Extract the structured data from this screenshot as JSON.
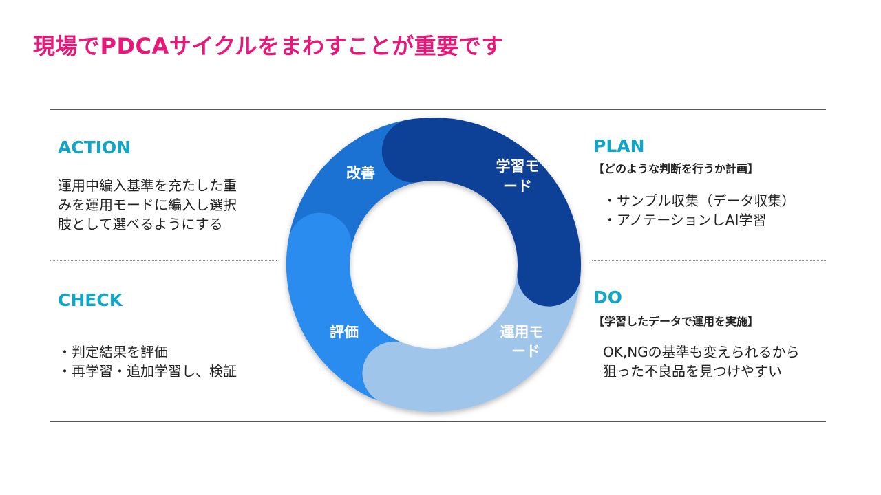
{
  "title": "現場でPDCAサイクルをまわすことが重要です",
  "colors": {
    "title": "#e8177a",
    "heading": "#11a6c7",
    "plan_segment": "#0c3f97",
    "do_segment": "#9fc5ea",
    "check_segment": "#2b8cee",
    "action_segment": "#1f72d2"
  },
  "action": {
    "heading": "ACTION",
    "lines": [
      "運用中編入基準を充たした重",
      "みを運用モードに編入し選択",
      "肢として選べるようにする"
    ]
  },
  "plan": {
    "heading": "PLAN",
    "subtitle": "【どのような判断を行うか計画】",
    "lines": [
      "・サンプル収集（データ収集）",
      "・アノテーションしAI学習"
    ]
  },
  "check": {
    "heading": "CHECK",
    "lines": [
      "・判定結果を評価",
      "・再学習・追加学習し、検証"
    ]
  },
  "do": {
    "heading": "DO",
    "subtitle": "【学習したデータで運用を実施】",
    "lines": [
      "OK,NGの基準も変えられるから",
      "狙った不良品を見つけやすい"
    ]
  },
  "cycle": {
    "plan_label": [
      "学習モ",
      "ード"
    ],
    "do_label": [
      "運用モ",
      "ード"
    ],
    "check_label": "評価",
    "action_label": "改善"
  }
}
